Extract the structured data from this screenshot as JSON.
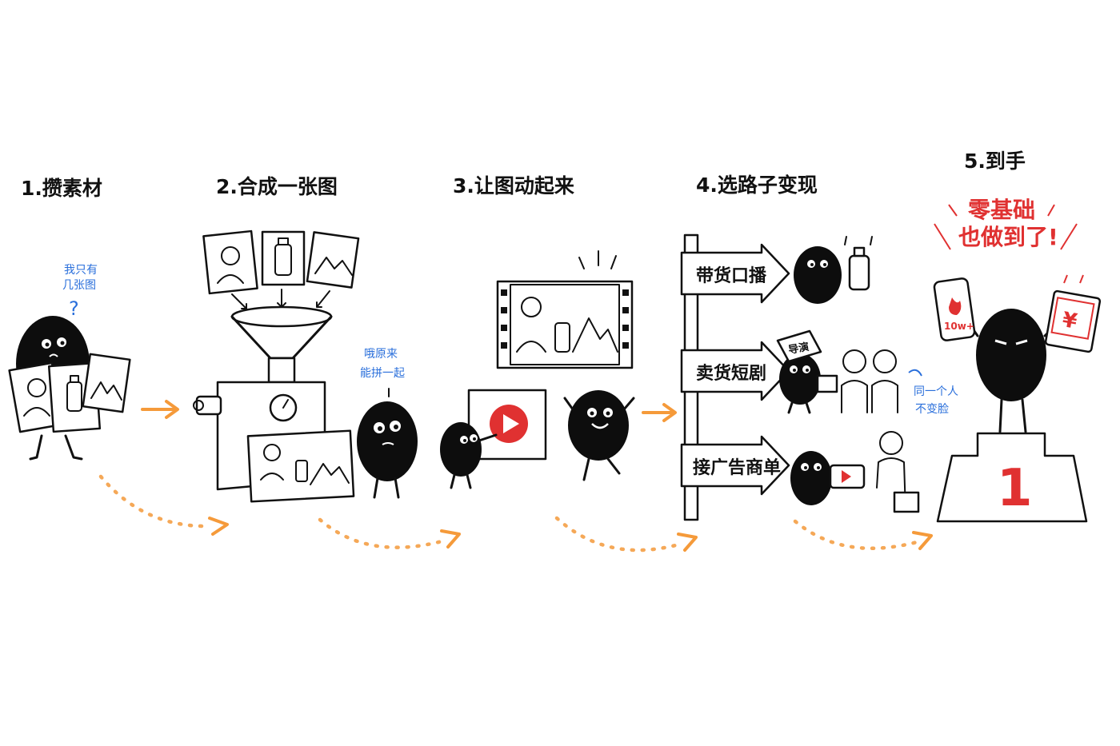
{
  "steps": [
    {
      "label": "1.攒素材"
    },
    {
      "label": "2.合成一张图"
    },
    {
      "label": "3.让图动起来"
    },
    {
      "label": "4.选路子变现"
    },
    {
      "label": "5.到手"
    }
  ],
  "notes": {
    "step1_thought_line1": "我只有",
    "step1_thought_line2": "几张图",
    "step1_thought_mark": "?",
    "step2_thought_line1": "哦原来",
    "step2_thought_line2": "能拼一起",
    "step4_note_line1": "同一个人",
    "step4_note_line2": "不变脸"
  },
  "signs": [
    {
      "label": "带货口播"
    },
    {
      "label": "卖货短剧"
    },
    {
      "label": "接广告商单"
    }
  ],
  "props": {
    "director_cap": "导演",
    "phone_badge": "10w+",
    "currency": "¥",
    "podium_rank": "1"
  },
  "result": {
    "line1": "零基础",
    "line2": "也做到了!"
  },
  "colors": {
    "accent_orange": "#f59a3a",
    "note_blue": "#2a6fdb",
    "highlight_red": "#e03131",
    "ink": "#111111"
  }
}
